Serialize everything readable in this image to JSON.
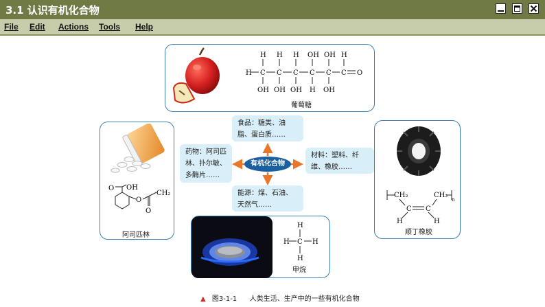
{
  "window": {
    "title": "3.1 认识有机化合物"
  },
  "menu": [
    {
      "label": "File"
    },
    {
      "label": "Edit"
    },
    {
      "label": "Actions"
    },
    {
      "label": "Tools"
    },
    {
      "label": "Help"
    }
  ],
  "center": {
    "label": "有机化合物"
  },
  "bubbles": {
    "food": "食品：糖类、油脂、蛋白质……",
    "drug": "药物：阿司匹林、扑尔敏、多酶片……",
    "material": "材料：塑料、纤维、橡胶……",
    "energy": "能源：煤、石油、天然气……"
  },
  "labels": {
    "glucose": "葡萄糖",
    "aspirin": "阿司匹林",
    "rubber": "顺丁橡胶",
    "methane": "甲烷"
  },
  "chem": {
    "H": "H",
    "C": "C",
    "O": "O",
    "OH": "OH",
    "CH2": "CH₂",
    "n": "n"
  },
  "figure": {
    "number": "图3-1-1",
    "caption": "人类生活、生产中的一些有机化合物"
  },
  "colors": {
    "titlebar": "#6f7a45",
    "menubar": "#c7ccaa",
    "panel_border": "#3c7fb6",
    "arrow": "#e8772a",
    "center": "#1a5fa0",
    "bubble": "#d8eef8"
  }
}
